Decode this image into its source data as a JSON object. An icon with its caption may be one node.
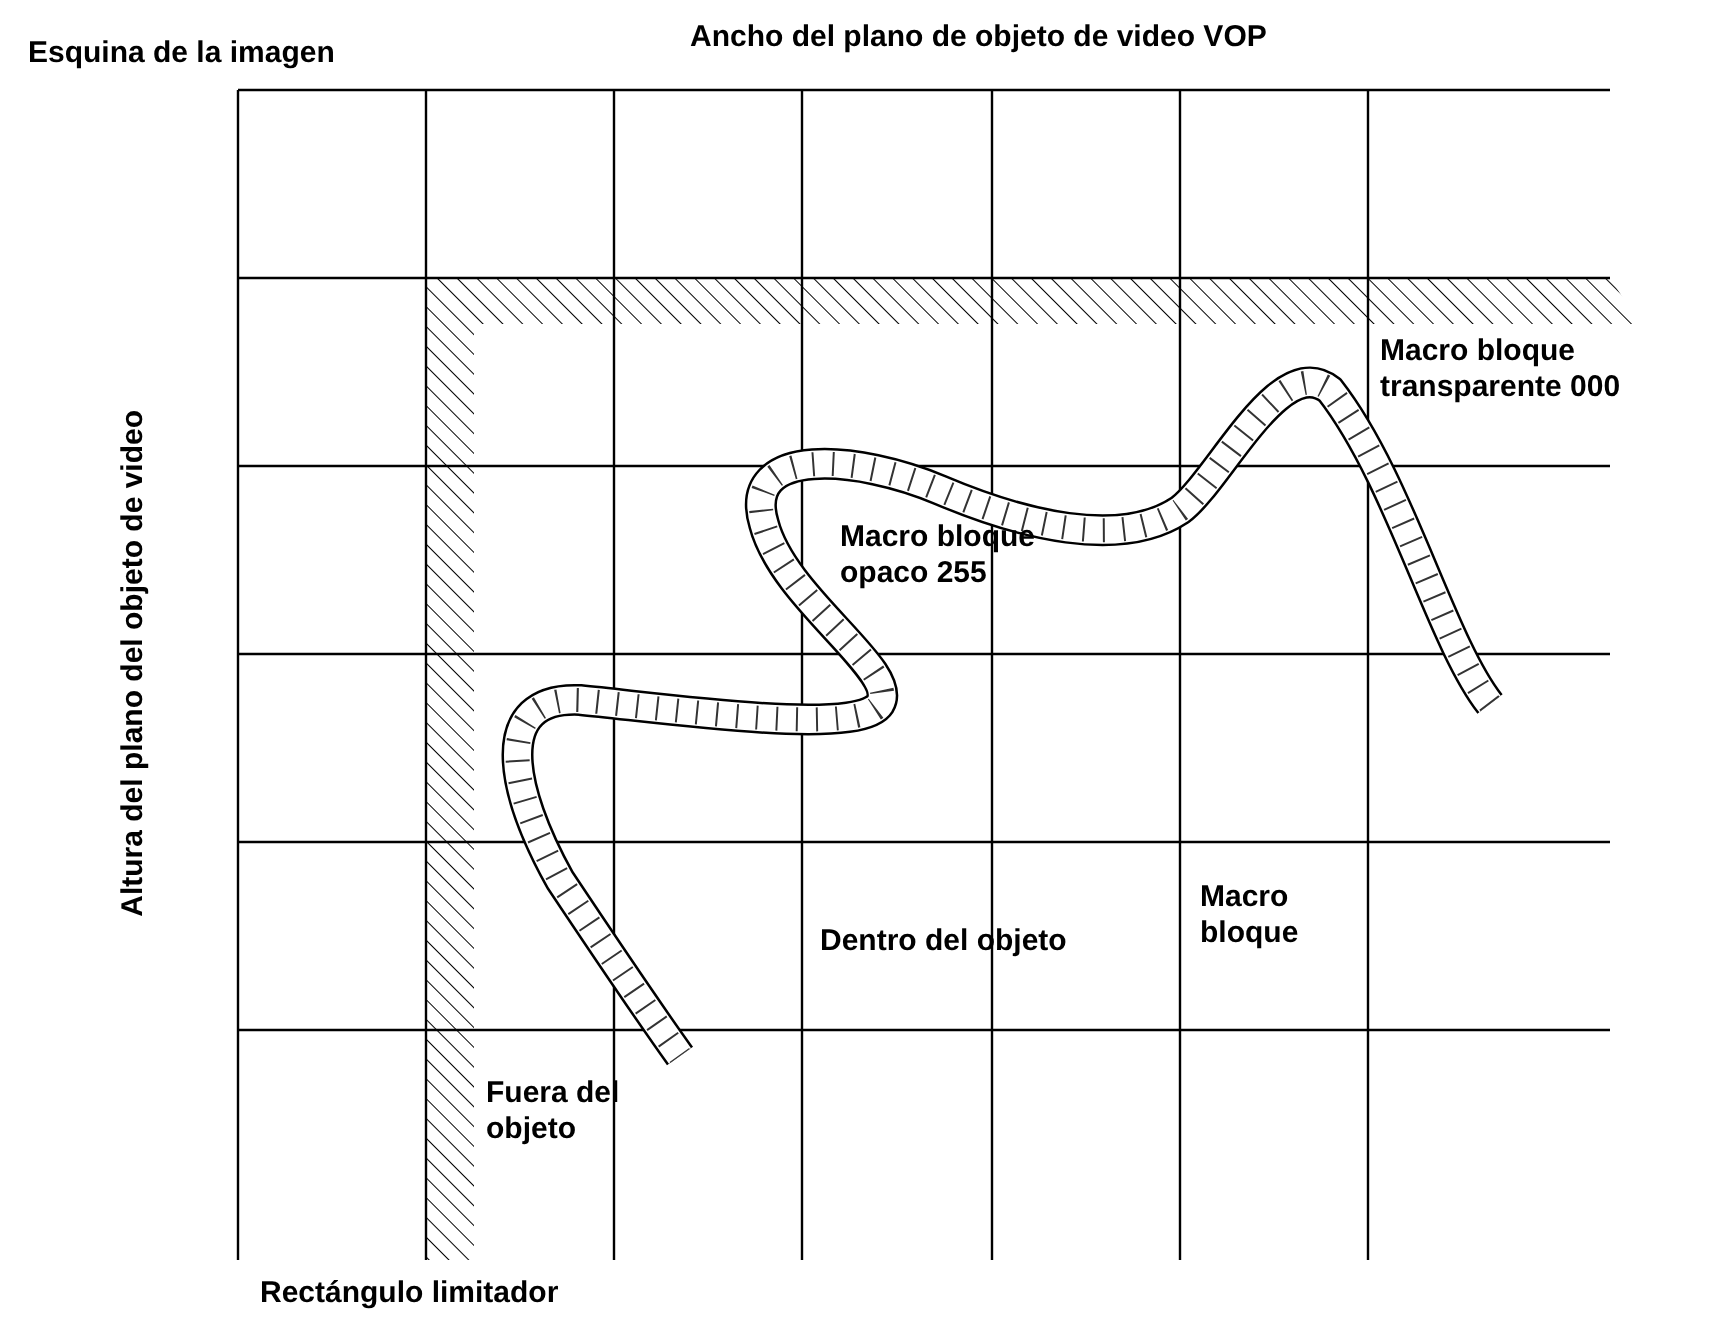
{
  "diagram": {
    "labels": [
      "Esquina de la imagen",
      "Ancho del plano de objeto de video VOP",
      "Macro bloque transparente 000",
      "Altura del plano del objeto de video",
      "Macro bloque opaco 255",
      "Dentro del objeto",
      "Macro bloque",
      "Fuera del objeto",
      "Rectángulo limitador"
    ]
  }
}
